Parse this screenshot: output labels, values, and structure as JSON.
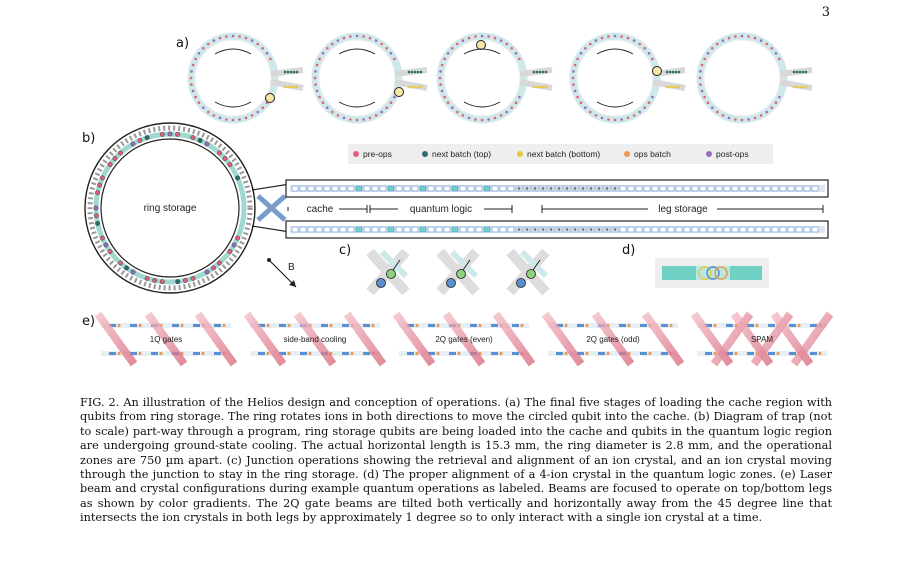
{
  "page": {
    "number": "3"
  },
  "panels": {
    "a": {
      "label": "a)"
    },
    "b": {
      "label": "b)",
      "ring_label": "ring storage",
      "cache_label": "cache",
      "quantum_label": "quantum logic",
      "leg_label": "leg storage",
      "field_label": "B"
    },
    "c": {
      "label": "c)"
    },
    "d": {
      "label": "d)"
    },
    "e": {
      "label": "e)",
      "gates": [
        "1Q gates",
        "side-band cooling",
        "2Q gates (even)",
        "2Q gates (odd)",
        "SPAM"
      ]
    }
  },
  "legend": [
    {
      "label": "pre-ops",
      "color": "#e0607e"
    },
    {
      "label": "next batch (top)",
      "color": "#2f6b6b"
    },
    {
      "label": "next batch (bottom)",
      "color": "#e8c840"
    },
    {
      "label": "ops batch",
      "color": "#f09a50"
    },
    {
      "label": "post-ops",
      "color": "#9a6cc0"
    }
  ],
  "colors": {
    "teal_zone": "#6fd1c4",
    "trap_blue": "#5a8fd0",
    "beam_red": "#d9667a"
  },
  "caption": {
    "fig_label": "FIG. 2.",
    "text": "An illustration of the Helios design and conception of operations. (a) The final five stages of loading the cache region with qubits from ring storage. The ring rotates ions in both directions to move the circled qubit into the cache. (b) Diagram of trap (not to scale) part-way through a program, ring storage qubits are being loaded into the cache and qubits in the quantum logic region are undergoing ground-state cooling. The actual horizontal length is 15.3 mm, the ring diameter is 2.8 mm, and the operational zones are 750 µm apart. (c) Junction operations showing the retrieval and alignment of an ion crystal, and an ion crystal moving through the junction to stay in the ring storage. (d) The proper alignment of a 4-ion crystal in the quantum logic zones. (e) Laser beam and crystal configurations during example quantum operations as labeled. Beams are focused to operate on top/bottom legs as shown by color gradients. The 2Q gate beams are tilted both vertically and horizontally away from the 45 degree line that intersects the ion crystals in both legs by approximately 1 degree so to only interact with a single ion crystal at a time."
  }
}
